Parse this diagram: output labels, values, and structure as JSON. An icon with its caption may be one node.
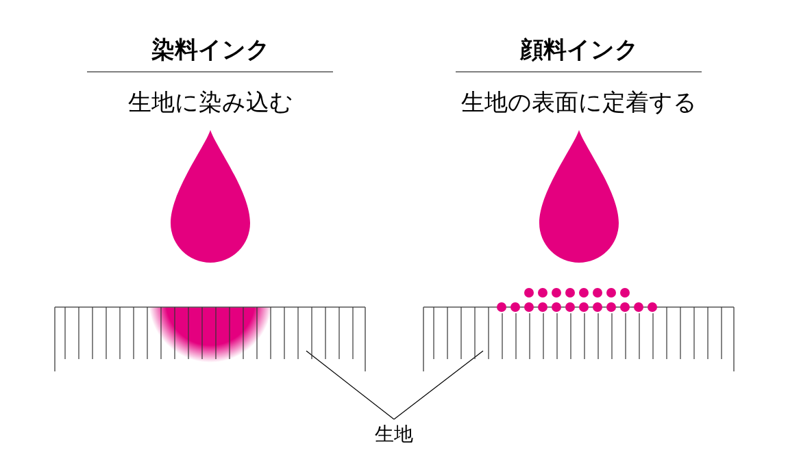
{
  "diagram": {
    "nodes": [
      {
        "text": [
          "生地"
        ]
      },
      {
        "text": [],
        "shape": "picture"
      },
      {
        "text": [],
        "shape": "picture"
      }
    ],
    "edges": [
      {
        "from": 0,
        "to": 1,
        "arrow": "none"
      },
      {
        "from": 0,
        "to": 2,
        "arrow": "none"
      }
    ],
    "labels": [
      "染料インク",
      "生地に染み込む",
      "顔料インク",
      "生地の表面に定着する"
    ]
  }
}
